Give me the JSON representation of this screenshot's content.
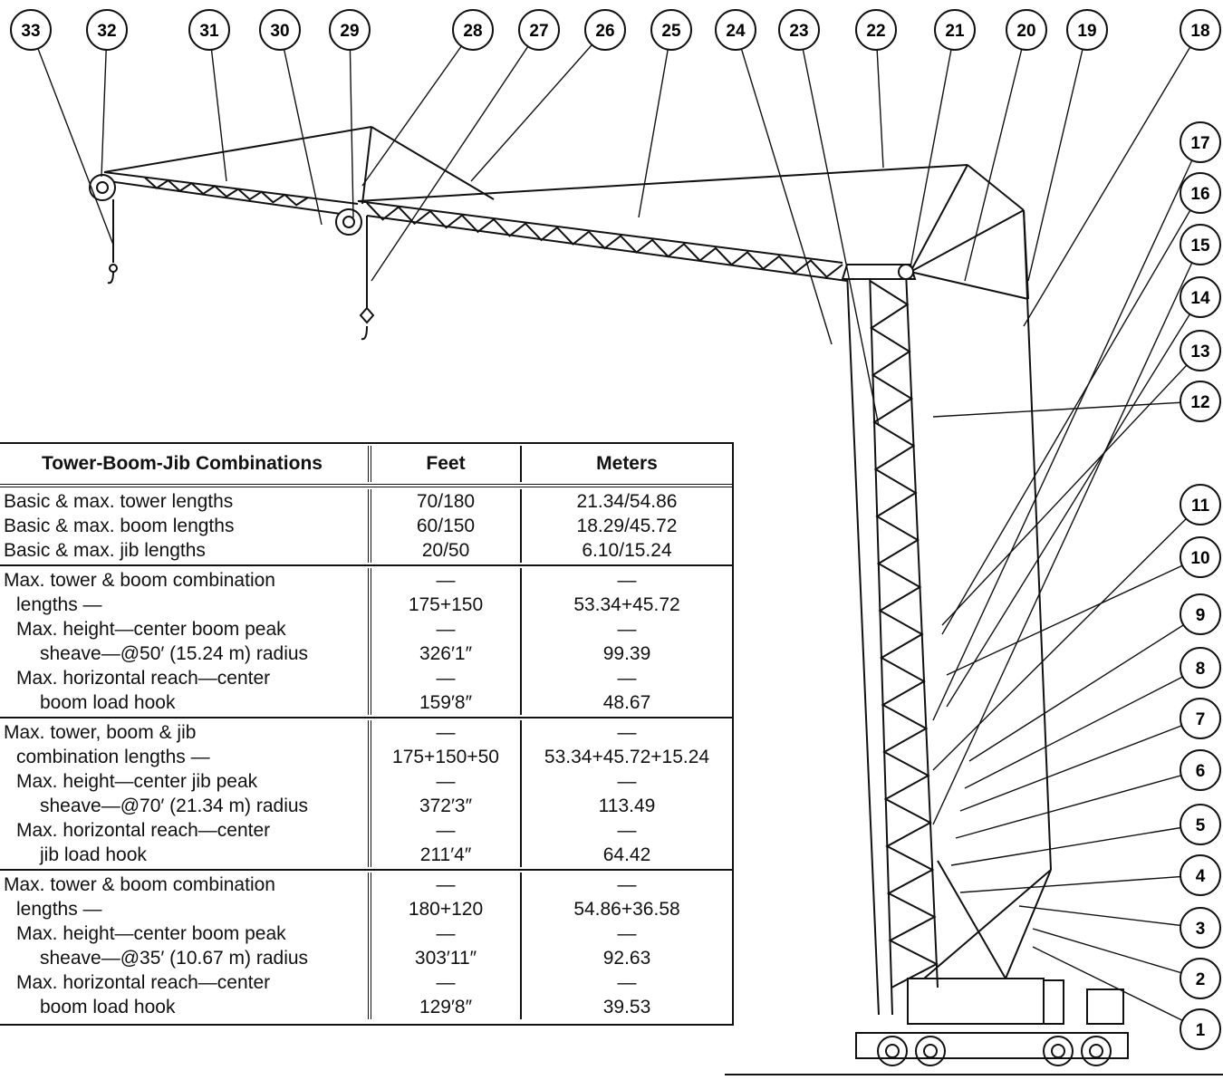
{
  "callouts": [
    "1",
    "2",
    "3",
    "4",
    "5",
    "6",
    "7",
    "8",
    "9",
    "10",
    "11",
    "12",
    "13",
    "14",
    "15",
    "16",
    "17",
    "18",
    "19",
    "20",
    "21",
    "22",
    "23",
    "24",
    "25",
    "26",
    "27",
    "28",
    "29",
    "30",
    "31",
    "32",
    "33"
  ],
  "table": {
    "headers": [
      "Tower-Boom-Jib Combinations",
      "Feet",
      "Meters"
    ],
    "rows": [
      {
        "lines": [
          {
            "label": "Basic & max. tower lengths",
            "feet": "70/180",
            "meters": "21.34/54.86"
          },
          {
            "label": "Basic & max. boom lengths",
            "feet": "60/150",
            "meters": "18.29/45.72"
          },
          {
            "label": "Basic & max. jib lengths",
            "feet": "20/50",
            "meters": "6.10/15.24"
          }
        ]
      },
      {
        "lines": [
          {
            "label": "Max. tower & boom combination",
            "feet": "—",
            "meters": "—"
          },
          {
            "label": "lengths —",
            "feet": "175+150",
            "meters": "53.34+45.72"
          },
          {
            "label": "Max. height—center boom peak",
            "feet": "—",
            "meters": "—"
          },
          {
            "label": "sheave—@50′ (15.24 m) radius",
            "feet": "326′1″",
            "meters": "99.39"
          },
          {
            "label": "Max. horizontal reach—center",
            "feet": "—",
            "meters": "—"
          },
          {
            "label": "boom load hook",
            "feet": "159′8″",
            "meters": "48.67"
          }
        ]
      },
      {
        "lines": [
          {
            "label": "Max. tower, boom & jib",
            "feet": "—",
            "meters": "—"
          },
          {
            "label": "combination lengths —",
            "feet": "175+150+50",
            "meters": "53.34+45.72+15.24"
          },
          {
            "label": "Max. height—center jib peak",
            "feet": "—",
            "meters": "—"
          },
          {
            "label": "sheave—@70′ (21.34 m) radius",
            "feet": "372′3″",
            "meters": "113.49"
          },
          {
            "label": "Max. horizontal reach—center",
            "feet": "—",
            "meters": "—"
          },
          {
            "label": "jib load hook",
            "feet": "211′4″",
            "meters": "64.42"
          }
        ]
      },
      {
        "lines": [
          {
            "label": "Max. tower & boom combination",
            "feet": "—",
            "meters": "—"
          },
          {
            "label": "lengths —",
            "feet": "180+120",
            "meters": "54.86+36.58"
          },
          {
            "label": "Max. height—center boom peak",
            "feet": "—",
            "meters": "—"
          },
          {
            "label": "sheave—@35′ (10.67 m) radius",
            "feet": "303′11″",
            "meters": "92.63"
          },
          {
            "label": "Max. horizontal reach—center",
            "feet": "—",
            "meters": "—"
          },
          {
            "label": "boom load hook",
            "feet": "129′8″",
            "meters": "39.53"
          }
        ]
      }
    ]
  }
}
